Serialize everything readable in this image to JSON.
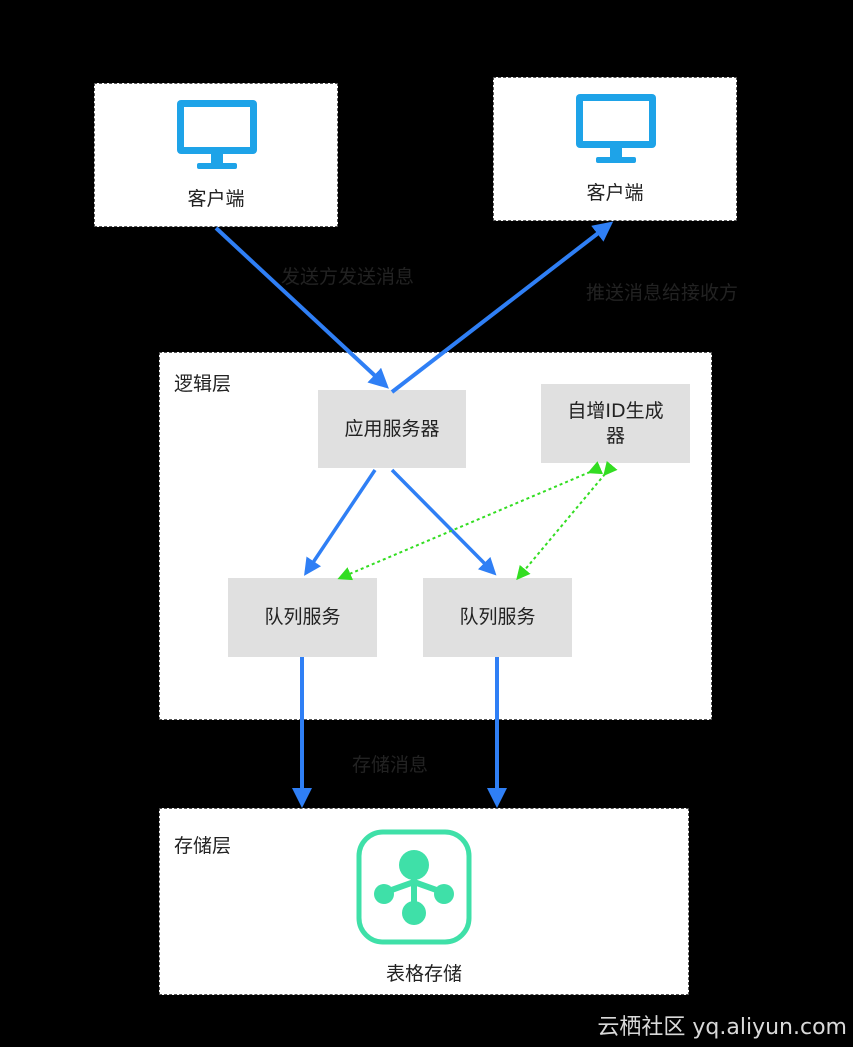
{
  "clients": [
    {
      "label": "客户端"
    },
    {
      "label": "客户端"
    }
  ],
  "edge_labels": {
    "sender": "发送方发送消息",
    "push": "推送消息给接收方",
    "store": "存储消息"
  },
  "logic_layer": {
    "title": "逻辑层",
    "app_server": "应用服务器",
    "id_generator": "自增ID生成器",
    "queues": [
      "队列服务",
      "队列服务"
    ]
  },
  "storage_layer": {
    "title": "存储层",
    "table_store": "表格存储"
  },
  "watermark": "云栖社区 yq.aliyun.com",
  "colors": {
    "monitor": "#1ea3e8",
    "blue_arrow": "#2f7ff5",
    "green_arrow": "#33dd22",
    "storage_icon": "#3fe0a8"
  }
}
